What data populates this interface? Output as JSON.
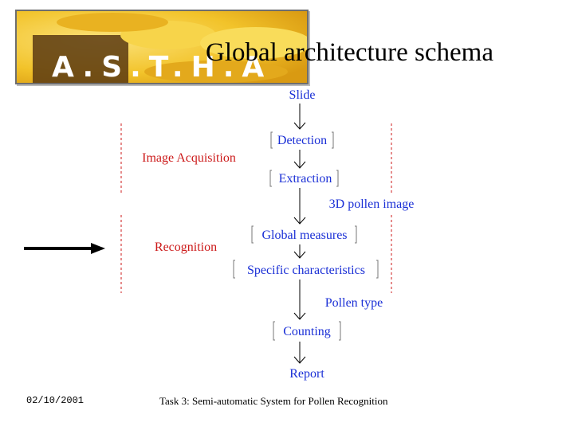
{
  "slide_title": "Global architecture schema",
  "logo": {
    "text": "A.S.T.H.A"
  },
  "diagram": {
    "nodes": [
      {
        "id": "slide",
        "label": "Slide",
        "color": "#1a2fd6"
      },
      {
        "id": "detection",
        "label": "Detection",
        "color": "#1a2fd6"
      },
      {
        "id": "extraction",
        "label": "Extraction",
        "color": "#1a2fd6"
      },
      {
        "id": "global_measures",
        "label": "Global measures",
        "color": "#1a2fd6"
      },
      {
        "id": "specific_characteristics",
        "label": "Specific characteristics",
        "color": "#1a2fd6"
      },
      {
        "id": "counting",
        "label": "Counting",
        "color": "#1a2fd6"
      },
      {
        "id": "report",
        "label": "Report",
        "color": "#1a2fd6"
      }
    ],
    "edge_labels": {
      "pollen_image": "3D pollen image",
      "pollen_type": "Pollen type"
    },
    "stages": {
      "acquisition": "Image Acquisition",
      "recognition": "Recognition"
    },
    "colors": {
      "node_text": "#1a2fd6",
      "stage_text": "#cc1a1a",
      "dashed_line": "#cc1a1a",
      "arrow": "#000000"
    }
  },
  "footer": {
    "date": "02/10/2001",
    "task": "Task 3: Semi-automatic System for Pollen Recognition"
  }
}
